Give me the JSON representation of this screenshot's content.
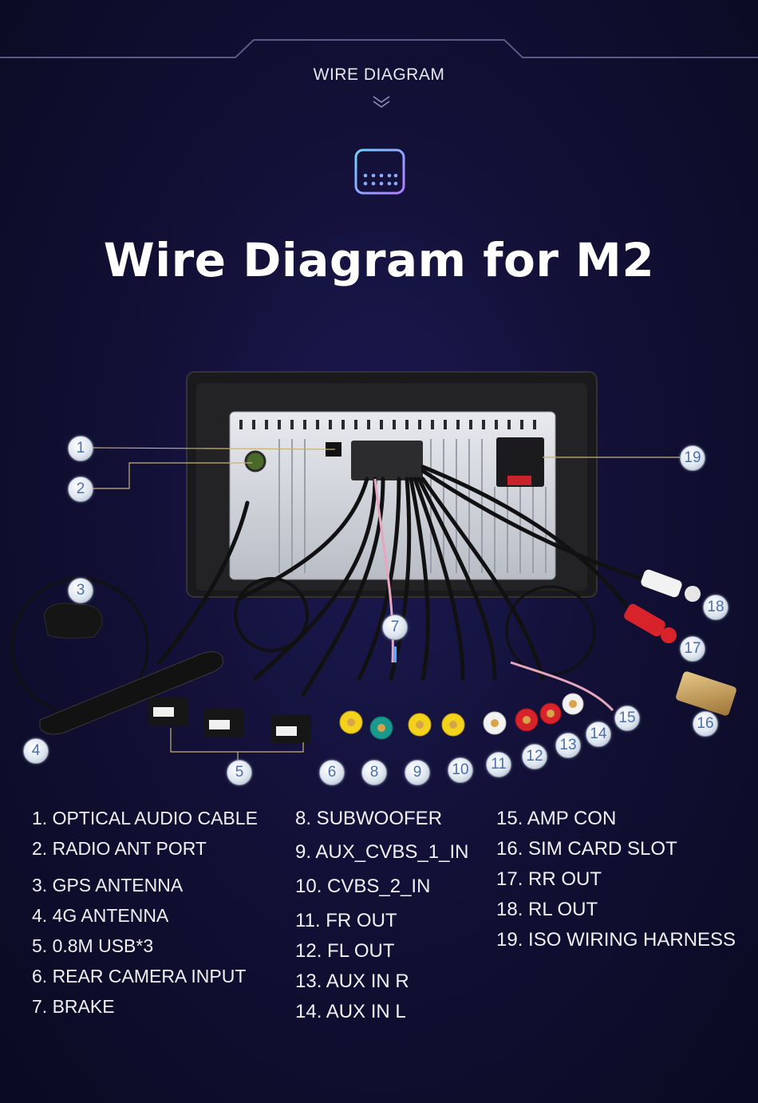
{
  "header": {
    "section_title": "WIRE DIAGRAM",
    "title": "Wire Diagram for M2"
  },
  "icons": {
    "badge": "dotted-panel-icon",
    "chevron": "double-chevron-down-icon"
  },
  "colors": {
    "background": "#121036",
    "accent_badge": "#7aa8ff",
    "callout_line": "#c9b17a",
    "rca_yellow": "#f2d21b",
    "rca_white": "#f2f2f2",
    "rca_red": "#d8232a",
    "rca_teal": "#1a9a8f",
    "usb_gold": "#c9a15a"
  },
  "callouts": [
    "1",
    "2",
    "3",
    "4",
    "5",
    "6",
    "7",
    "8",
    "9",
    "10",
    "11",
    "12",
    "13",
    "14",
    "15",
    "16",
    "17",
    "18",
    "19"
  ],
  "legend": {
    "col1": [
      "1. OPTICAL AUDIO CABLE",
      "2. RADIO ANT PORT",
      "3. GPS ANTENNA",
      "4. 4G ANTENNA",
      "5. 0.8M USB*3",
      "6. REAR CAMERA INPUT",
      "7. BRAKE"
    ],
    "col2": [
      "8. SUBWOOFER",
      "9. AUX_CVBS_1_IN",
      "10. CVBS_2_IN",
      "11. FR OUT",
      "12. FL OUT",
      "13. AUX IN R",
      "14. AUX IN  L"
    ],
    "col3": [
      "15. AMP CON",
      "16. SIM CARD SLOT",
      "17. RR OUT",
      "18. RL OUT",
      "19. ISO WIRING HARNESS"
    ]
  }
}
